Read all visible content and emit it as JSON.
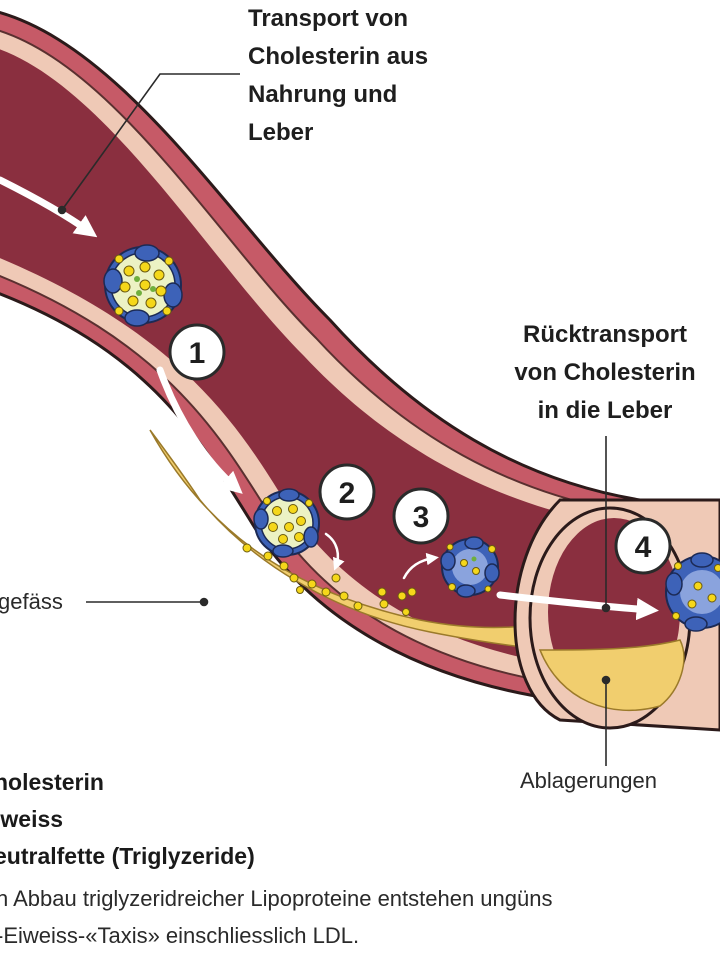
{
  "labels": {
    "transport": [
      "Transport von",
      "Cholesterin aus",
      "Nahrung und",
      "Leber"
    ],
    "ruecktransport": [
      "Rücktransport",
      "von Cholesterin",
      "in die Leber"
    ],
    "gefaess": "gefäss",
    "ablagerungen": "Ablagerungen"
  },
  "steps": [
    "1",
    "2",
    "3",
    "4"
  ],
  "legend": [
    "holesterin",
    "iweiss",
    "eutralfette (Triglyzeride)"
  ],
  "caption": [
    "n Abbau triglyzeridreicher Lipoproteine entstehen ungüns",
    "-Eiweiss-«Taxis» einschliesslich LDL."
  ],
  "colors": {
    "vessel_outer": "#c65a67",
    "vessel_wall": "#efc9b6",
    "lumen": "#8a2f3f",
    "plaque": "#f1ce6e",
    "protein": "#3d62b8",
    "cholesterol": "#f5d71a",
    "triglyceride": "#6faf3d"
  },
  "icons": [
    "arrow-icon",
    "lipoprotein-particle-icon"
  ]
}
